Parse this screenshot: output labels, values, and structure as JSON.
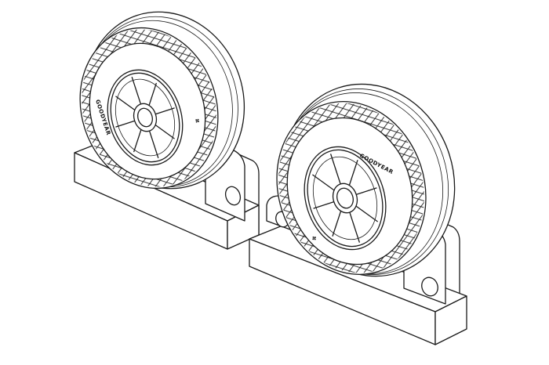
{
  "figure": {
    "subject": "Two aircraft main landing wheels with diamond-tread tyres on display stands",
    "line_color": "#1a1a1a",
    "background": "#ffffff"
  },
  "wheels": [
    {
      "name": "left-wheel",
      "sidewall_text": "GOODYEAR",
      "hub_spokes": 8
    },
    {
      "name": "right-wheel",
      "sidewall_text": "GOODYEAR",
      "hub_spokes": 8
    }
  ]
}
